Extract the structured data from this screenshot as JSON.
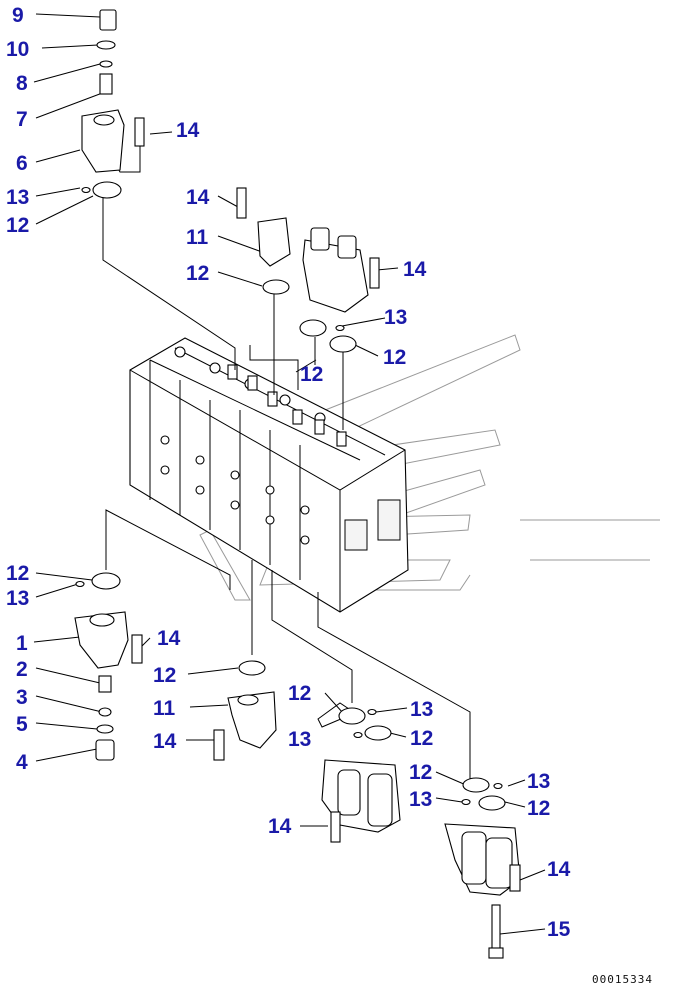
{
  "diagram": {
    "callouts": [
      {
        "id": "c9",
        "text": "9"
      },
      {
        "id": "c10",
        "text": "10"
      },
      {
        "id": "c8",
        "text": "8"
      },
      {
        "id": "c7",
        "text": "7"
      },
      {
        "id": "c6",
        "text": "6"
      },
      {
        "id": "c14a",
        "text": "14"
      },
      {
        "id": "c13a",
        "text": "13"
      },
      {
        "id": "c12a",
        "text": "12"
      },
      {
        "id": "c14b",
        "text": "14"
      },
      {
        "id": "c11a",
        "text": "11"
      },
      {
        "id": "c12b",
        "text": "12"
      },
      {
        "id": "c14c",
        "text": "14"
      },
      {
        "id": "c13b",
        "text": "13"
      },
      {
        "id": "c12c",
        "text": "12"
      },
      {
        "id": "c12d",
        "text": "12"
      },
      {
        "id": "c12e",
        "text": "12"
      },
      {
        "id": "c13c",
        "text": "13"
      },
      {
        "id": "c1",
        "text": "1"
      },
      {
        "id": "c14d",
        "text": "14"
      },
      {
        "id": "c2",
        "text": "2"
      },
      {
        "id": "c3",
        "text": "3"
      },
      {
        "id": "c5",
        "text": "5"
      },
      {
        "id": "c4",
        "text": "4"
      },
      {
        "id": "c12f",
        "text": "12"
      },
      {
        "id": "c11b",
        "text": "11"
      },
      {
        "id": "c14e",
        "text": "14"
      },
      {
        "id": "c12g",
        "text": "12"
      },
      {
        "id": "c13d",
        "text": "13"
      },
      {
        "id": "c13e",
        "text": "13"
      },
      {
        "id": "c12h",
        "text": "12"
      },
      {
        "id": "c12i",
        "text": "12"
      },
      {
        "id": "c13f",
        "text": "13"
      },
      {
        "id": "c13g",
        "text": "13"
      },
      {
        "id": "c12j",
        "text": "12"
      },
      {
        "id": "c14f",
        "text": "14"
      },
      {
        "id": "c14g",
        "text": "14"
      },
      {
        "id": "c15",
        "text": "15"
      }
    ],
    "doc_number": "00015334",
    "colors": {
      "callout": "#1a1aa8",
      "line": "#000000",
      "watermark": "#9a9a9a"
    }
  }
}
